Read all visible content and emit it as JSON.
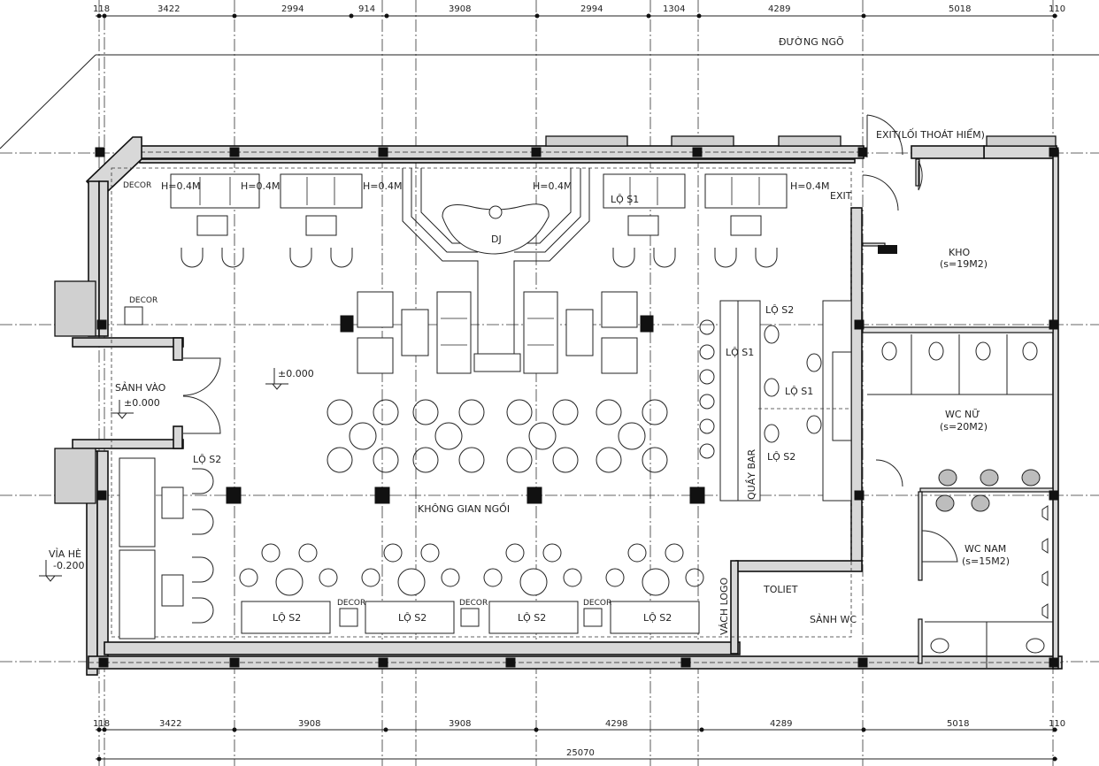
{
  "drawing": {
    "street_label": "ĐƯỜNG NGÕ",
    "colors": {
      "line": "#222222",
      "wall_fill": "#d8d8d8",
      "column": "#111111",
      "background": "#ffffff"
    }
  },
  "dimensions": {
    "top": [
      "118",
      "3422",
      "2994",
      "914",
      "3908",
      "2994",
      "1304",
      "4289",
      "5018",
      "110"
    ],
    "bottom": [
      "118",
      "3422",
      "3908",
      "3908",
      "4298",
      "4289",
      "5018",
      "110"
    ],
    "total": "25070"
  },
  "rooms": {
    "entrance": {
      "name": "SẢNH VÀO",
      "level": "±0.000"
    },
    "sidewalk": {
      "name": "VỈA HÈ",
      "level": "-0.200"
    },
    "seating": {
      "name": "KHÔNG GIAN NGỒI",
      "level": "±0.000"
    },
    "dj": {
      "name": "DJ"
    },
    "bar": {
      "name": "QUẦY BAR"
    },
    "storage": {
      "name": "KHO",
      "area": "(s=19M2)"
    },
    "wc_female": {
      "name": "WC NỮ",
      "area": "(s=20M2)"
    },
    "wc_male": {
      "name": "WC NAM",
      "area": "(s=15M2)"
    },
    "wc_lobby": {
      "name": "SẢNH WC"
    },
    "toilet_sign": "TOLIET",
    "logo_wall": "VÁCH LOGO"
  },
  "exits": {
    "emergency": "EXIT(LỐI THOÁT HIỂM)",
    "side": "EXIT"
  },
  "labels": {
    "decor": "DECOR",
    "height": "H=0.4M",
    "lo_s1": "LỘ S1",
    "lo_s2": "LỘ S2"
  }
}
